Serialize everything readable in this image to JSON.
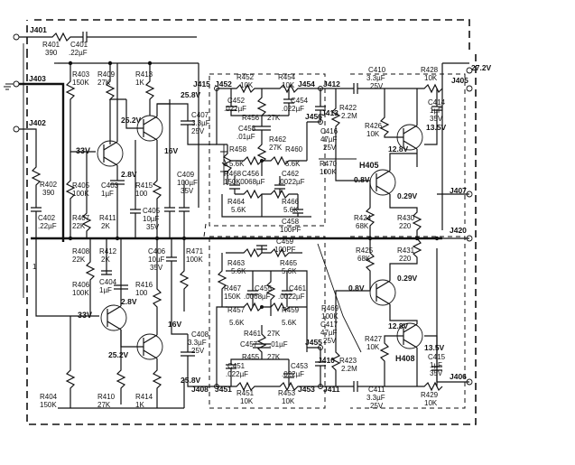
{
  "labels": [
    {
      "id": "J401",
      "text": "J401"
    },
    {
      "id": "R401",
      "text": "R401"
    },
    {
      "id": "R401v",
      "text": "390"
    },
    {
      "id": "C401",
      "text": "C401"
    },
    {
      "id": "C401v",
      "text": ".22µF"
    },
    {
      "id": "J403",
      "text": "J403"
    },
    {
      "id": "J402",
      "text": "J402"
    },
    {
      "id": "R402",
      "text": "R402"
    },
    {
      "id": "R402v",
      "text": "390"
    },
    {
      "id": "C402",
      "text": "C402"
    },
    {
      "id": "C402v",
      "text": ".22µF"
    },
    {
      "id": "one",
      "text": "1"
    },
    {
      "id": "R403",
      "text": "R403"
    },
    {
      "id": "R403v",
      "text": "150K"
    },
    {
      "id": "R409",
      "text": "R409"
    },
    {
      "id": "R409v",
      "text": "27K"
    },
    {
      "id": "R413",
      "text": "R413"
    },
    {
      "id": "R413v",
      "text": "1K"
    },
    {
      "id": "v258a",
      "text": "25.8V"
    },
    {
      "id": "v252a",
      "text": "25.2V"
    },
    {
      "id": "v33a",
      "text": "33V"
    },
    {
      "id": "v16a",
      "text": "16V"
    },
    {
      "id": "v28a",
      "text": "2.8V"
    },
    {
      "id": "R405",
      "text": "R405"
    },
    {
      "id": "R405v",
      "text": "100K"
    },
    {
      "id": "C403",
      "text": "C403"
    },
    {
      "id": "C403v",
      "text": "1µF"
    },
    {
      "id": "R415",
      "text": "R415"
    },
    {
      "id": "R415v",
      "text": "100"
    },
    {
      "id": "R407",
      "text": "R407"
    },
    {
      "id": "R407v",
      "text": "22K"
    },
    {
      "id": "R411",
      "text": "R411"
    },
    {
      "id": "R411v",
      "text": "2K"
    },
    {
      "id": "C405",
      "text": "C405"
    },
    {
      "id": "C405v1",
      "text": "10µF"
    },
    {
      "id": "C405v2",
      "text": "35V"
    },
    {
      "id": "C407",
      "text": "C407"
    },
    {
      "id": "C407v1",
      "text": "3.3µF"
    },
    {
      "id": "C407v2",
      "text": "25V"
    },
    {
      "id": "C409",
      "text": "C409"
    },
    {
      "id": "C409v1",
      "text": "100µF"
    },
    {
      "id": "C409v2",
      "text": "35V"
    },
    {
      "id": "R408",
      "text": "R408"
    },
    {
      "id": "R408v",
      "text": "22K"
    },
    {
      "id": "R412",
      "text": "R412"
    },
    {
      "id": "R412v",
      "text": "2K"
    },
    {
      "id": "C406",
      "text": "C406"
    },
    {
      "id": "C406v1",
      "text": "10µF"
    },
    {
      "id": "C406v2",
      "text": "35V"
    },
    {
      "id": "R406",
      "text": "R406"
    },
    {
      "id": "R406v",
      "text": "100K"
    },
    {
      "id": "C404",
      "text": "C404"
    },
    {
      "id": "C404v",
      "text": "1µF"
    },
    {
      "id": "R416",
      "text": "R416"
    },
    {
      "id": "R416v",
      "text": "100"
    },
    {
      "id": "v28b",
      "text": "2.8V"
    },
    {
      "id": "v33b",
      "text": "33V"
    },
    {
      "id": "v16b",
      "text": "16V"
    },
    {
      "id": "v252b",
      "text": "25.2V"
    },
    {
      "id": "C408",
      "text": "C408"
    },
    {
      "id": "C408v1",
      "text": "3.3µF"
    },
    {
      "id": "C408v2",
      "text": "25V"
    },
    {
      "id": "R404",
      "text": "R404"
    },
    {
      "id": "R404v",
      "text": "150K"
    },
    {
      "id": "R410",
      "text": "R410"
    },
    {
      "id": "R410v",
      "text": "27K"
    },
    {
      "id": "R414",
      "text": "R414"
    },
    {
      "id": "R414v",
      "text": "1K"
    },
    {
      "id": "v258b",
      "text": "25.8V"
    },
    {
      "id": "R471",
      "text": "R471"
    },
    {
      "id": "R471v",
      "text": "100K"
    },
    {
      "id": "J415",
      "text": "J415"
    },
    {
      "id": "J452",
      "text": "J452"
    },
    {
      "id": "R452",
      "text": "R452"
    },
    {
      "id": "R452v",
      "text": "10K"
    },
    {
      "id": "R454",
      "text": "R454"
    },
    {
      "id": "R454v",
      "text": "10K"
    },
    {
      "id": "J454",
      "text": "J454"
    },
    {
      "id": "J412",
      "text": "J412"
    },
    {
      "id": "C452",
      "text": "C452"
    },
    {
      "id": "C452v",
      "text": ".022µF"
    },
    {
      "id": "C454",
      "text": "C454"
    },
    {
      "id": "C454v",
      "text": ".022µF"
    },
    {
      "id": "R456",
      "text": "R456"
    },
    {
      "id": "R456v",
      "text": "27K"
    },
    {
      "id": "C458",
      "text": "C458"
    },
    {
      "id": "C458v",
      "text": ".01µF"
    },
    {
      "id": "R462",
      "text": "R462"
    },
    {
      "id": "R462v",
      "text": "27K"
    },
    {
      "id": "R458",
      "text": "R458"
    },
    {
      "id": "R458v",
      "text": "5.6K"
    },
    {
      "id": "R460",
      "text": "R460"
    },
    {
      "id": "R460v",
      "text": "5.6K"
    },
    {
      "id": "R468",
      "text": "R468"
    },
    {
      "id": "R468v",
      "text": "150K"
    },
    {
      "id": "C456",
      "text": "C456"
    },
    {
      "id": "C456v",
      "text": ".0068µF"
    },
    {
      "id": "C462",
      "text": "C462"
    },
    {
      "id": "C462v",
      "text": ".0022µF"
    },
    {
      "id": "R464",
      "text": "R464"
    },
    {
      "id": "R464v",
      "text": "5.6K"
    },
    {
      "id": "R466",
      "text": "R466"
    },
    {
      "id": "R466v",
      "text": "5.6K"
    },
    {
      "id": "C458b",
      "text": "C458"
    },
    {
      "id": "C458bv",
      "text": "100PF"
    },
    {
      "id": "J456",
      "text": "J456"
    },
    {
      "id": "J413",
      "text": "J413"
    },
    {
      "id": "C416",
      "text": "C416"
    },
    {
      "id": "C416v1",
      "text": "47µF"
    },
    {
      "id": "C416v2",
      "text": "25V"
    },
    {
      "id": "R470",
      "text": "R470"
    },
    {
      "id": "R470v",
      "text": "100K"
    },
    {
      "id": "C459",
      "text": "C459"
    },
    {
      "id": "C459v",
      "text": "100PF"
    },
    {
      "id": "R463",
      "text": "R463"
    },
    {
      "id": "R463v",
      "text": "5.6K"
    },
    {
      "id": "R465",
      "text": "R465"
    },
    {
      "id": "R465v",
      "text": "5.6K"
    },
    {
      "id": "R467",
      "text": "R467"
    },
    {
      "id": "R467v",
      "text": "150K"
    },
    {
      "id": "C455",
      "text": "C455"
    },
    {
      "id": "C455v",
      "text": ".0068µF"
    },
    {
      "id": "C461",
      "text": "C461"
    },
    {
      "id": "C461v",
      "text": ".0022µF"
    },
    {
      "id": "R457",
      "text": "R457"
    },
    {
      "id": "R457v",
      "text": "5.6K"
    },
    {
      "id": "R459",
      "text": "R459"
    },
    {
      "id": "R459v",
      "text": "5.6K"
    },
    {
      "id": "R461",
      "text": "R461"
    },
    {
      "id": "R461v",
      "text": "27K"
    },
    {
      "id": "C457",
      "text": "C457"
    },
    {
      "id": "C457v",
      "text": ".01µF"
    },
    {
      "id": "R455",
      "text": "R455"
    },
    {
      "id": "R455v",
      "text": "27K"
    },
    {
      "id": "C451",
      "text": "C451"
    },
    {
      "id": "C451v",
      "text": ".022µF"
    },
    {
      "id": "C453",
      "text": "C453"
    },
    {
      "id": "C453v",
      "text": ".022µF"
    },
    {
      "id": "J408",
      "text": "J408"
    },
    {
      "id": "J451",
      "text": "J451"
    },
    {
      "id": "R451",
      "text": "R451"
    },
    {
      "id": "R451v",
      "text": "10K"
    },
    {
      "id": "R453",
      "text": "R453"
    },
    {
      "id": "R453v",
      "text": "10K"
    },
    {
      "id": "J453",
      "text": "J453"
    },
    {
      "id": "J411",
      "text": "J411"
    },
    {
      "id": "J455",
      "text": "J455"
    },
    {
      "id": "J410",
      "text": "J410"
    },
    {
      "id": "R469",
      "text": "R469"
    },
    {
      "id": "R469v",
      "text": "100K"
    },
    {
      "id": "C417",
      "text": "C417"
    },
    {
      "id": "C417v1",
      "text": "47µF"
    },
    {
      "id": "C417v2",
      "text": "25V"
    },
    {
      "id": "C410",
      "text": "C410"
    },
    {
      "id": "C410v1",
      "text": "3.3µF"
    },
    {
      "id": "C410v2",
      "text": "25V"
    },
    {
      "id": "R428",
      "text": "R428"
    },
    {
      "id": "R428v",
      "text": "10K"
    },
    {
      "id": "v272",
      "text": "27.2V"
    },
    {
      "id": "J405",
      "text": "J405"
    },
    {
      "id": "R422",
      "text": "R422"
    },
    {
      "id": "R422v",
      "text": "2.2M"
    },
    {
      "id": "R426",
      "text": "R426"
    },
    {
      "id": "R426v",
      "text": "10K"
    },
    {
      "id": "C414",
      "text": "C414"
    },
    {
      "id": "C414v1",
      "text": "1µF"
    },
    {
      "id": "C414v2",
      "text": "35V"
    },
    {
      "id": "v135a",
      "text": "13.5V"
    },
    {
      "id": "v128a",
      "text": "12.8V"
    },
    {
      "id": "H405",
      "text": "H405"
    },
    {
      "id": "v08a",
      "text": "0.8V"
    },
    {
      "id": "v029a",
      "text": "0.29V"
    },
    {
      "id": "R424",
      "text": "R424"
    },
    {
      "id": "R424v",
      "text": "68K"
    },
    {
      "id": "R430",
      "text": "R430"
    },
    {
      "id": "R430v",
      "text": "220"
    },
    {
      "id": "J407",
      "text": "J407"
    },
    {
      "id": "J420",
      "text": "J420"
    },
    {
      "id": "R425",
      "text": "R425"
    },
    {
      "id": "R425v",
      "text": "68K"
    },
    {
      "id": "R431",
      "text": "R431"
    },
    {
      "id": "R431v",
      "text": "220"
    },
    {
      "id": "v029b",
      "text": "0.29V"
    },
    {
      "id": "v08b",
      "text": "0.8V"
    },
    {
      "id": "v128b",
      "text": "12.8V"
    },
    {
      "id": "R427",
      "text": "R427"
    },
    {
      "id": "R427v",
      "text": "10K"
    },
    {
      "id": "v135b",
      "text": "13.5V"
    },
    {
      "id": "H408",
      "text": "H408"
    },
    {
      "id": "C415",
      "text": "C415"
    },
    {
      "id": "C415v1",
      "text": "1µF"
    },
    {
      "id": "C415v2",
      "text": "35V"
    },
    {
      "id": "R423",
      "text": "R423"
    },
    {
      "id": "R423v",
      "text": "2.2M"
    },
    {
      "id": "C411",
      "text": "C411"
    },
    {
      "id": "C411v1",
      "text": "3.3µF"
    },
    {
      "id": "C411v2",
      "text": "25V"
    },
    {
      "id": "R429",
      "text": "R429"
    },
    {
      "id": "R429v",
      "text": "10K"
    },
    {
      "id": "J406",
      "text": "J406"
    }
  ]
}
